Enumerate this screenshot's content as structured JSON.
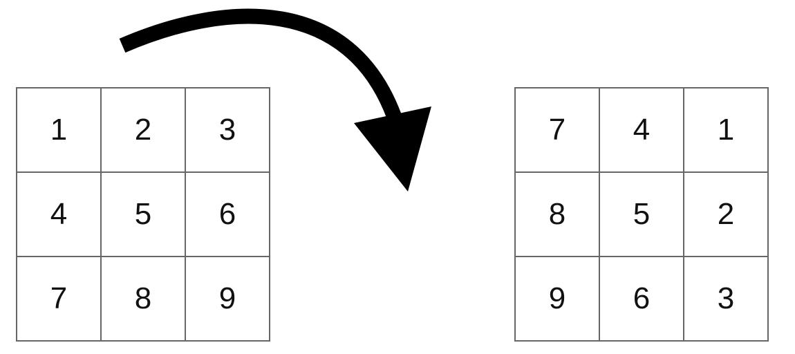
{
  "original_matrix": [
    [
      "1",
      "2",
      "3"
    ],
    [
      "4",
      "5",
      "6"
    ],
    [
      "7",
      "8",
      "9"
    ]
  ],
  "rotated_matrix": [
    [
      "7",
      "4",
      "1"
    ],
    [
      "8",
      "5",
      "2"
    ],
    [
      "9",
      "6",
      "3"
    ]
  ],
  "colors": {
    "grid_line": "#666666",
    "text": "#111111",
    "arrow": "#000000",
    "background": "#ffffff"
  },
  "arrow": {
    "icon": "curved-arrow-clockwise-icon"
  }
}
